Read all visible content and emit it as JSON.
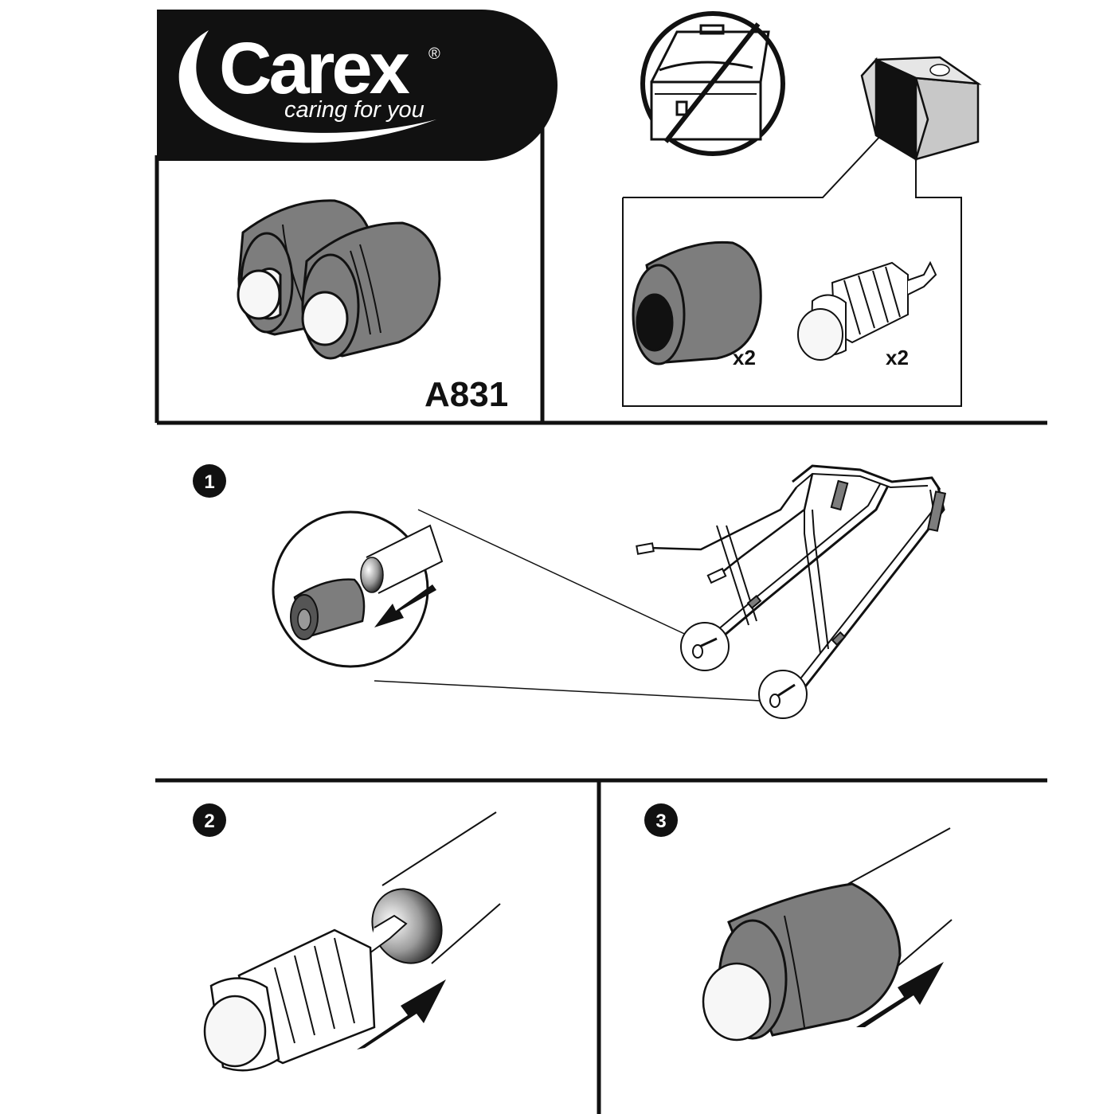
{
  "brand": {
    "logo_text": "Carex",
    "registered_mark": "®",
    "tagline": "caring for you"
  },
  "product": {
    "model": "A831"
  },
  "contents": {
    "rubber_tip_qty": "x2",
    "glide_insert_qty": "x2"
  },
  "steps": [
    {
      "number": "1"
    },
    {
      "number": "2"
    },
    {
      "number": "3"
    }
  ],
  "colors": {
    "ink": "#111111",
    "rubber": "#7d7d7d",
    "rubber_dark": "#555555",
    "glide": "#f7f7f7",
    "box_grey": "#c8c8c8"
  },
  "icons": {
    "no_toolbox": "no-tools-required-icon",
    "package": "package-box-icon",
    "arrow": "direction-arrow-icon"
  }
}
